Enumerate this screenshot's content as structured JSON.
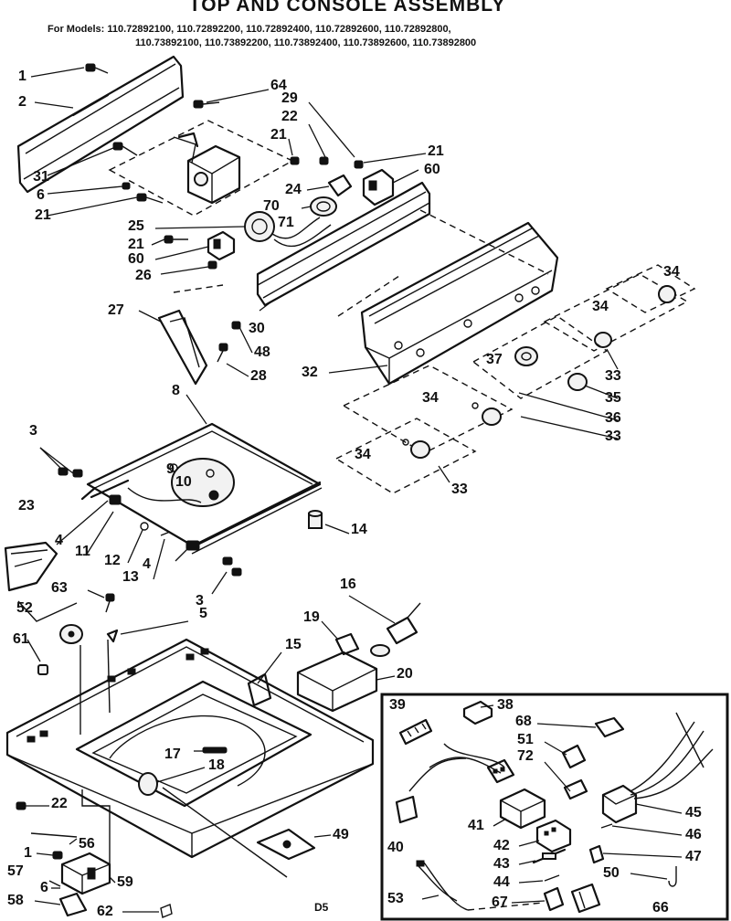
{
  "header": {
    "title": "TOP AND CONSOLE ASSEMBLY",
    "models_line1": "For Models: 110.72892100, 110.72892200, 110.72892400, 110.72892600, 110.72892800,",
    "models_line2": "110.73892100, 110.73892200, 110.73892400, 110.73892600, 110.73892800"
  },
  "footer": {
    "code": "D5"
  },
  "callouts": [
    {
      "id": "c-1a",
      "text": "1"
    },
    {
      "id": "c-2",
      "text": "2"
    },
    {
      "id": "c-64",
      "text": "64"
    },
    {
      "id": "c-29",
      "text": "29"
    },
    {
      "id": "c-22a",
      "text": "22"
    },
    {
      "id": "c-21a",
      "text": "21"
    },
    {
      "id": "c-21b",
      "text": "21"
    },
    {
      "id": "c-60a",
      "text": "60"
    },
    {
      "id": "c-31",
      "text": "31"
    },
    {
      "id": "c-6a",
      "text": "6"
    },
    {
      "id": "c-21c",
      "text": "21"
    },
    {
      "id": "c-24",
      "text": "24"
    },
    {
      "id": "c-70",
      "text": "70"
    },
    {
      "id": "c-71",
      "text": "71"
    },
    {
      "id": "c-25",
      "text": "25"
    },
    {
      "id": "c-21d",
      "text": "21"
    },
    {
      "id": "c-60b",
      "text": "60"
    },
    {
      "id": "c-26",
      "text": "26"
    },
    {
      "id": "c-34a",
      "text": "34"
    },
    {
      "id": "c-34b",
      "text": "34"
    },
    {
      "id": "c-27",
      "text": "27"
    },
    {
      "id": "c-30",
      "text": "30"
    },
    {
      "id": "c-48",
      "text": "48"
    },
    {
      "id": "c-32",
      "text": "32"
    },
    {
      "id": "c-28",
      "text": "28"
    },
    {
      "id": "c-37",
      "text": "37"
    },
    {
      "id": "c-33a",
      "text": "33"
    },
    {
      "id": "c-35",
      "text": "35"
    },
    {
      "id": "c-36",
      "text": "36"
    },
    {
      "id": "c-33b",
      "text": "33"
    },
    {
      "id": "c-34c",
      "text": "34"
    },
    {
      "id": "c-34d",
      "text": "34"
    },
    {
      "id": "c-33c",
      "text": "33"
    },
    {
      "id": "c-8",
      "text": "8"
    },
    {
      "id": "c-3a",
      "text": "3"
    },
    {
      "id": "c-9",
      "text": "9"
    },
    {
      "id": "c-10",
      "text": "10"
    },
    {
      "id": "c-23",
      "text": "23"
    },
    {
      "id": "c-4a",
      "text": "4"
    },
    {
      "id": "c-11",
      "text": "11"
    },
    {
      "id": "c-12",
      "text": "12"
    },
    {
      "id": "c-13",
      "text": "13"
    },
    {
      "id": "c-4b",
      "text": "4"
    },
    {
      "id": "c-14",
      "text": "14"
    },
    {
      "id": "c-63",
      "text": "63"
    },
    {
      "id": "c-3b",
      "text": "3"
    },
    {
      "id": "c-52",
      "text": "52"
    },
    {
      "id": "c-5",
      "text": "5"
    },
    {
      "id": "c-16",
      "text": "16"
    },
    {
      "id": "c-19",
      "text": "19"
    },
    {
      "id": "c-61",
      "text": "61"
    },
    {
      "id": "c-15",
      "text": "15"
    },
    {
      "id": "c-20",
      "text": "20"
    },
    {
      "id": "c-39",
      "text": "39"
    },
    {
      "id": "c-38",
      "text": "38"
    },
    {
      "id": "c-68",
      "text": "68"
    },
    {
      "id": "c-51",
      "text": "51"
    },
    {
      "id": "c-72",
      "text": "72"
    },
    {
      "id": "c-17",
      "text": "17"
    },
    {
      "id": "c-18",
      "text": "18"
    },
    {
      "id": "c-45",
      "text": "45"
    },
    {
      "id": "c-22b",
      "text": "22"
    },
    {
      "id": "c-41",
      "text": "41"
    },
    {
      "id": "c-46",
      "text": "46"
    },
    {
      "id": "c-56",
      "text": "56"
    },
    {
      "id": "c-49",
      "text": "49"
    },
    {
      "id": "c-40",
      "text": "40"
    },
    {
      "id": "c-42",
      "text": "42"
    },
    {
      "id": "c-1b",
      "text": "1"
    },
    {
      "id": "c-47",
      "text": "47"
    },
    {
      "id": "c-57",
      "text": "57"
    },
    {
      "id": "c-43",
      "text": "43"
    },
    {
      "id": "c-6b",
      "text": "6"
    },
    {
      "id": "c-59",
      "text": "59"
    },
    {
      "id": "c-50",
      "text": "50"
    },
    {
      "id": "c-44",
      "text": "44"
    },
    {
      "id": "c-58",
      "text": "58"
    },
    {
      "id": "c-53",
      "text": "53"
    },
    {
      "id": "c-67",
      "text": "67"
    },
    {
      "id": "c-62",
      "text": "62"
    },
    {
      "id": "c-66",
      "text": "66"
    }
  ]
}
